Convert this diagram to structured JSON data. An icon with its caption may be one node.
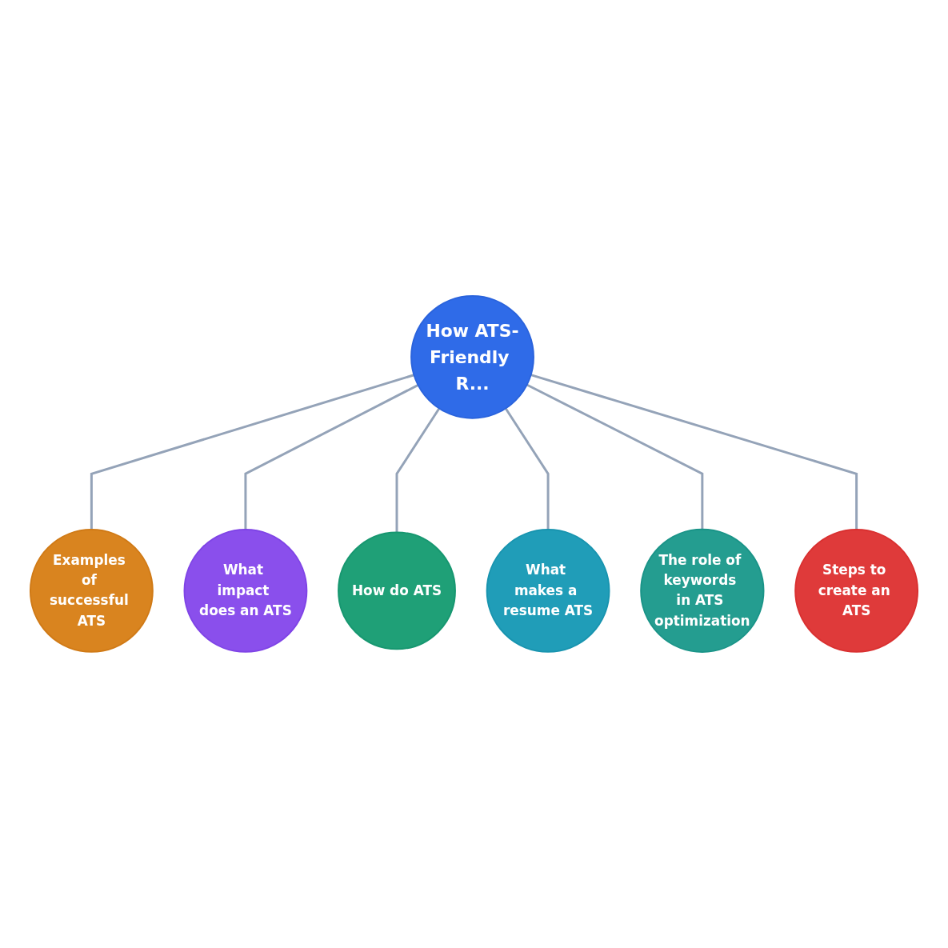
{
  "diagram": {
    "nodes": [
      {
        "text": [
          "How ATS-Friendly R..."
        ]
      },
      {
        "text": [
          "Examples of successful ATS"
        ]
      },
      {
        "text": [
          "What impact does an ATS"
        ]
      },
      {
        "text": [
          "How do ATS"
        ]
      },
      {
        "text": [
          "What makes a resume ATS"
        ]
      },
      {
        "text": [
          "The role of keywords in ATS optimization"
        ]
      },
      {
        "text": [
          "Steps to create an ATS"
        ]
      }
    ],
    "edges": [
      {
        "from": 0,
        "to": 1,
        "arrow": "none"
      },
      {
        "from": 0,
        "to": 2,
        "arrow": "none"
      },
      {
        "from": 0,
        "to": 3,
        "arrow": "none"
      },
      {
        "from": 0,
        "to": 4,
        "arrow": "none"
      },
      {
        "from": 0,
        "to": 5,
        "arrow": "none"
      },
      {
        "from": 0,
        "to": 6,
        "arrow": "none"
      }
    ]
  }
}
